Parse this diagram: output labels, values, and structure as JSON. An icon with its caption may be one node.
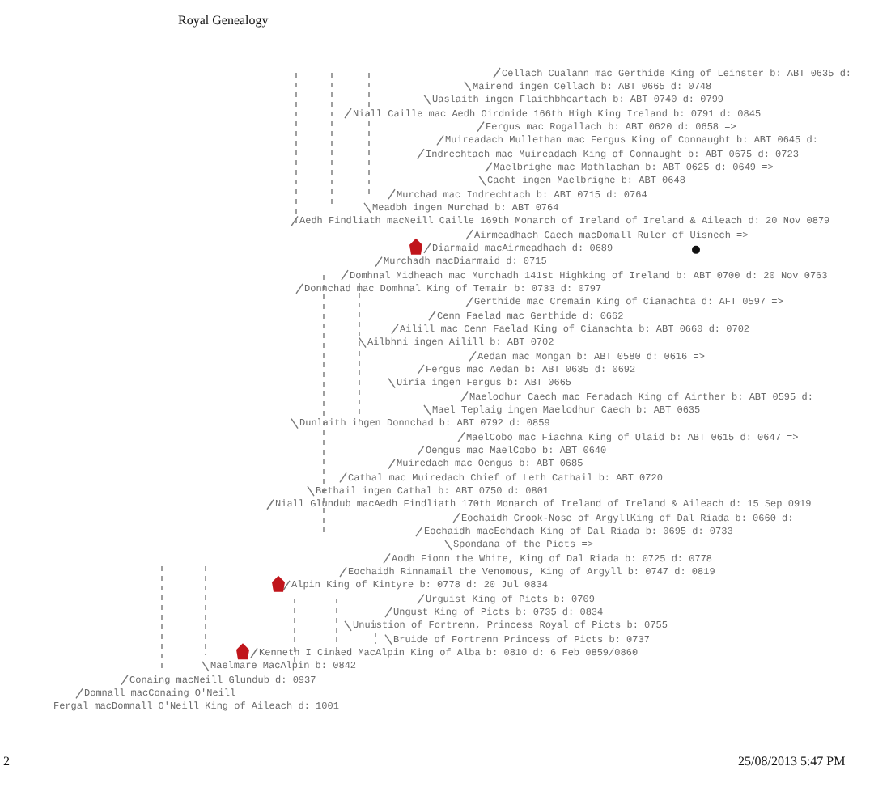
{
  "diagram": {
    "title": "Royal Genealogy",
    "labels": [
      "Cellach Cualann mac Gerthide King of Leinster b: ABT 0635 d:",
      "Mairend ingen Cellach b: ABT 0665 d: 0748",
      "Uaslaith ingen Flaithbheartach b: ABT 0740 d: 0799",
      "Niall Caille mac Aedh Oirdnide 166th High King Ireland b: 0791 d: 0845",
      "Fergus mac Rogallach b: ABT 0620 d: 0658 =>",
      "Muireadach Mullethan mac Fergus King of Connaught b: ABT 0645 d:",
      "Indrechtach mac Muireadach King of Connaught b: ABT 0675 d: 0723",
      "Maelbrighe mac Mothlachan b: ABT 0625 d: 0649 =>",
      "Cacht ingen Maelbrighe b: ABT 0648",
      "Murchad mac Indrechtach b: ABT 0715 d: 0764",
      "Meadbh ingen Murchad b: ABT 0764",
      "Aedh Findliath macNeill Caille 169th Monarch of Ireland of Ireland & Aileach d: 20 Nov 0879",
      "Airmeadhach Caech macDomall Ruler of Uisnech =>",
      "Diarmaid macAirmeadhach d: 0689",
      "Murchadh macDiarmaid d: 0715",
      "Domhnal Midheach mac Murchadh 141st Highking of Ireland b: ABT 0700 d: 20 Nov 0763",
      "Donnchad mac Domhnal King of Temair b: 0733 d: 0797",
      "Gerthide mac Cremain King of Cianachta d: AFT 0597 =>",
      "Cenn Faelad mac Gerthide d: 0662",
      "Ailill mac Cenn Faelad King of Cianachta b: ABT 0660 d: 0702",
      "Ailbhni ingen Ailill b: ABT 0702",
      "Aedan mac Mongan b: ABT 0580 d: 0616 =>",
      "Fergus mac Aedan b: ABT 0635 d: 0692",
      "Uiria ingen Fergus b: ABT 0665",
      "Maelodhur Caech mac Feradach King of Airther b: ABT 0595 d:",
      "Mael Teplaig ingen Maelodhur Caech b: ABT 0635",
      "Dunlaith ingen Donnchad b: ABT 0792 d: 0859",
      "MaelCobo mac Fiachna King of Ulaid b: ABT 0615 d: 0647 =>",
      "Oengus mac MaelCobo b: ABT 0640",
      "Muiredach mac Oengus b: ABT 0685",
      "Cathal mac Muiredach Chief of Leth Cathail b: ABT 0720",
      "Bethail ingen Cathal b: ABT 0750 d: 0801",
      "Niall Glundub macAedh Findliath 170th Monarch of Ireland of Ireland & Aileach d: 15 Sep 0919",
      "Eochaidh Crook-Nose of ArgyllKing of Dal Riada b: 0660 d:",
      "Eochaidh macEchdach King of Dal Riada b: 0695 d: 0733",
      "Spondana of the Picts =>",
      "Aodh Fionn the White, King of Dal Riada b: 0725 d: 0778",
      "Eochaidh Rinnamail the Venomous, King of Argyll b: 0747 d: 0819",
      "Alpin King of Kintyre b: 0778 d: 20 Jul 0834",
      "Urguist King of Picts b: 0709",
      "Ungust King of Picts b: 0735 d: 0834",
      "Unuistion of Fortrenn, Princess Royal of Picts b: 0755",
      "Bruide of Fortrenn Princess of Picts b: 0737",
      "Kenneth I Cinaed MacAlpin King of Alba b: 0810 d: 6 Feb 0859/0860",
      "Maelmare MacAlpin b: 0842",
      "Conaing macNeill Glundub d: 0937",
      "Domnall macConaing O'Neill",
      "Fergal macDomnall O'Neill King of Aileach d: 1001",
      "2",
      "25/08/2013 5:47 PM"
    ]
  }
}
